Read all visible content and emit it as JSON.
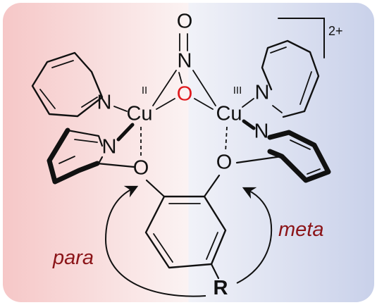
{
  "atoms": {
    "nitrosyl_o": "O",
    "nitrosyl_n": "N",
    "bridging_o": "O",
    "cu_left": "Cu",
    "cu_right": "Cu",
    "n_left_pyridine_top": "N",
    "n_left_pyridine_bottom": "N",
    "n_right_pyridine_top": "N",
    "n_right_pyridine_bottom": "N",
    "o_left_ether": "O",
    "o_right_ether": "O"
  },
  "oxidation_states": {
    "left": "II",
    "right": "III"
  },
  "charge": "2+",
  "labels": {
    "para": "para",
    "meta": "meta",
    "r_group": "R"
  },
  "colors": {
    "bridging_o": "#e0181c",
    "para_meta_text": "#8b1418",
    "background_left": "#f6c7c7",
    "background_right": "#c9d1ea"
  }
}
